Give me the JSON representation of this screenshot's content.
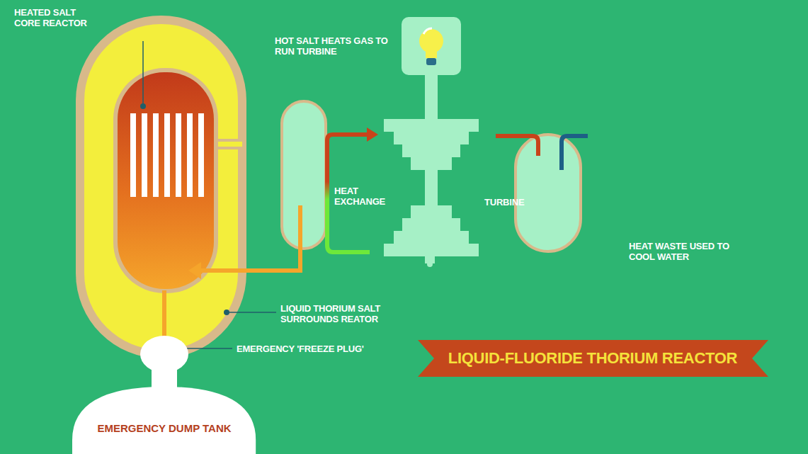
{
  "diagram": {
    "title": "LIQUID-FLUORIDE THORIUM REACTOR",
    "nodes": [
      {
        "text": [
          "EMERGENCY DUMP TANK"
        ]
      }
    ],
    "labels": [
      "HEATED SALT CORE REACTOR",
      "HOT SALT HEATS GAS TO RUN TURBINE",
      "HEAT EXCHANGE",
      "TURBINE",
      "HEAT WASTE USED TO COOL WATER",
      "LIQUID THORIUM SALT SURROUNDS REATOR",
      "EMERGENCY 'FREEZE PLUG'"
    ]
  }
}
